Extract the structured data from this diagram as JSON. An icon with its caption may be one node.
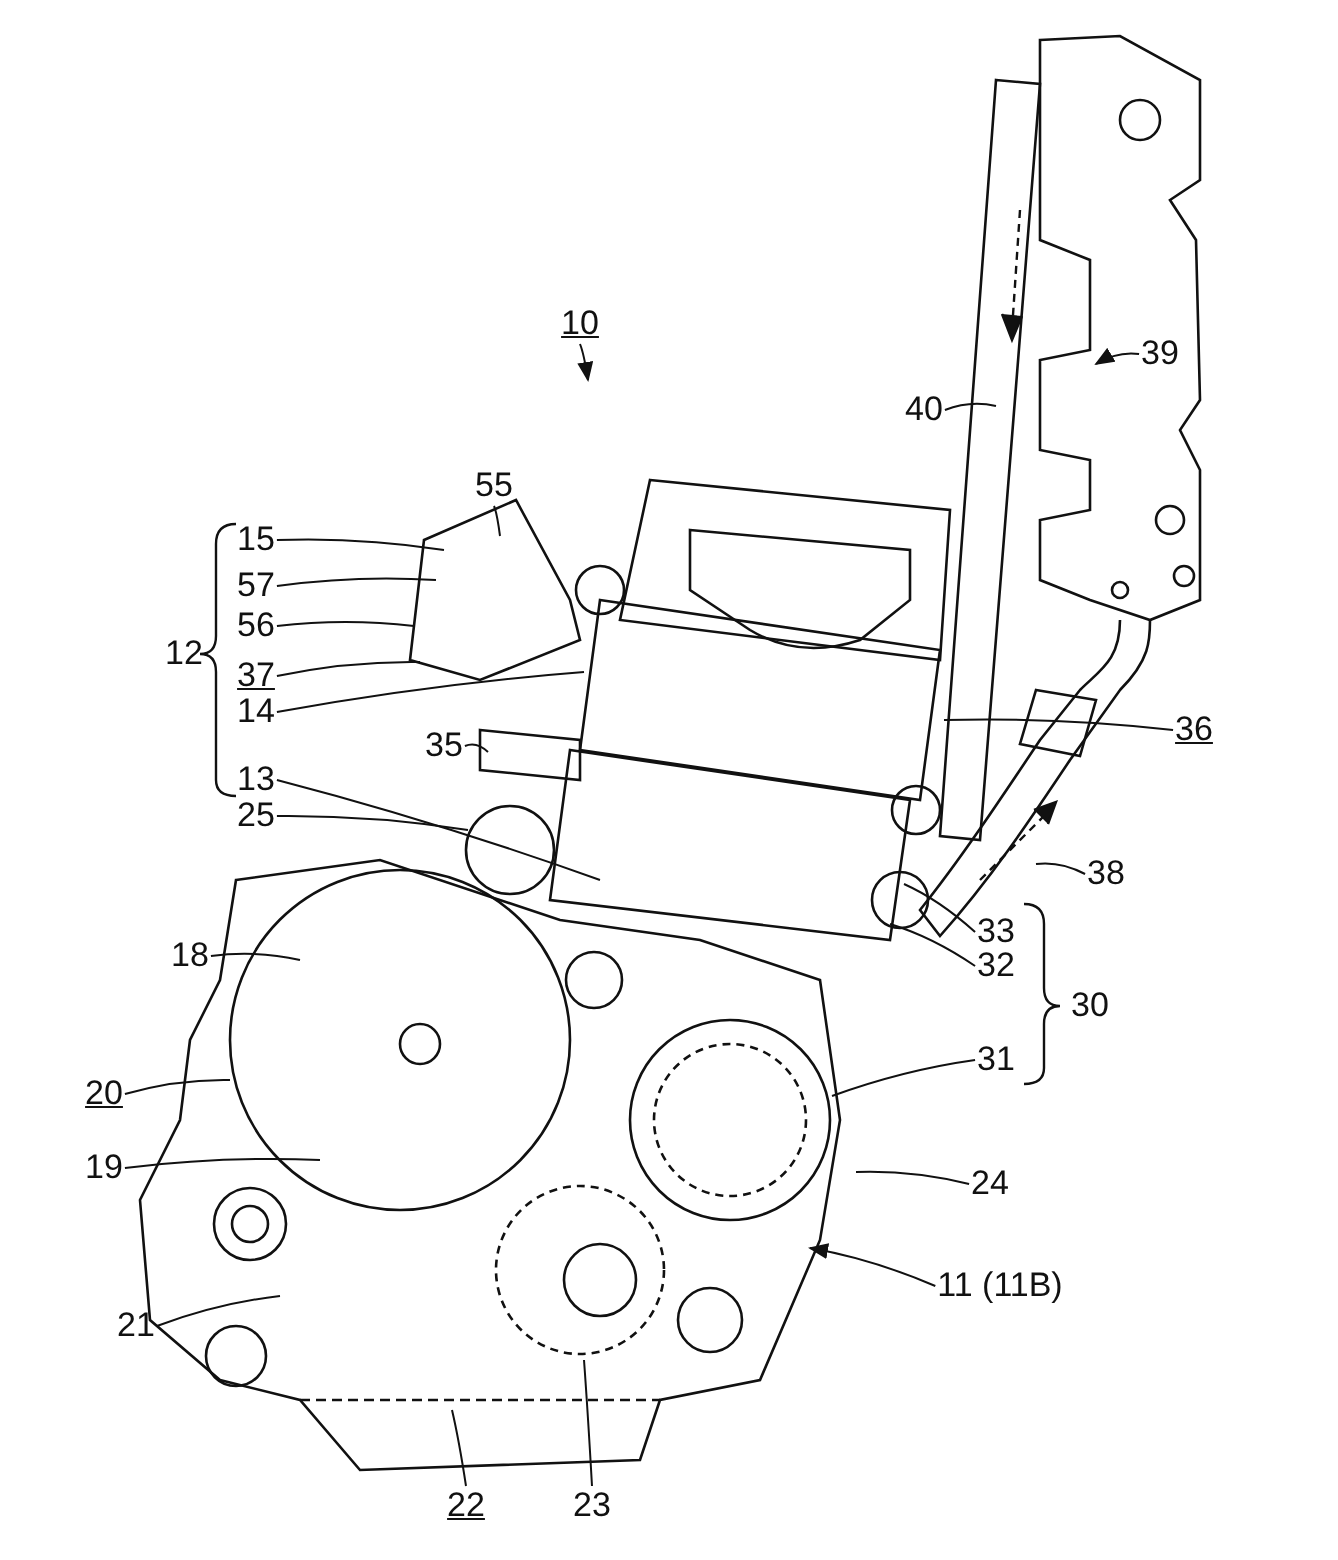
{
  "diagram": {
    "nodes": [
      {
        "text": [
          "39"
        ]
      },
      {
        "text": [
          "10"
        ]
      },
      {
        "text": [
          "40"
        ]
      },
      {
        "text": [
          "55"
        ]
      },
      {
        "text": [
          "15"
        ]
      },
      {
        "text": [
          "57"
        ]
      },
      {
        "text": [
          "56"
        ]
      },
      {
        "text": [
          "37"
        ]
      },
      {
        "text": [
          "14"
        ]
      },
      {
        "text": [
          "35"
        ]
      },
      {
        "text": [
          "36"
        ]
      },
      {
        "text": [
          "13"
        ]
      },
      {
        "text": [
          "25"
        ]
      },
      {
        "text": [
          "38"
        ]
      },
      {
        "text": [
          "33"
        ]
      },
      {
        "text": [
          "18"
        ]
      },
      {
        "text": [
          "32"
        ]
      },
      {
        "text": [
          "31"
        ]
      },
      {
        "text": [
          "20"
        ]
      },
      {
        "text": [
          "19"
        ]
      },
      {
        "text": [
          "24"
        ]
      },
      {
        "text": [
          "21"
        ]
      },
      {
        "text": [
          "11 (11B)"
        ]
      },
      {
        "text": [
          "22"
        ]
      },
      {
        "text": [
          "23"
        ]
      }
    ],
    "edges": [
      {
        "from": 0,
        "to": null,
        "arrow": "to"
      },
      {
        "from": 1,
        "to": null,
        "arrow": "to"
      },
      {
        "from": 2,
        "to": null,
        "arrow": "none"
      },
      {
        "from": 3,
        "to": null,
        "arrow": "none"
      },
      {
        "from": 4,
        "to": null,
        "arrow": "none"
      },
      {
        "from": 5,
        "to": null,
        "arrow": "none"
      },
      {
        "from": 6,
        "to": null,
        "arrow": "none"
      },
      {
        "from": 7,
        "to": null,
        "arrow": "none"
      },
      {
        "from": 8,
        "to": null,
        "arrow": "none"
      },
      {
        "from": 9,
        "to": null,
        "arrow": "none"
      },
      {
        "from": 10,
        "to": null,
        "arrow": "none"
      },
      {
        "from": 11,
        "to": null,
        "arrow": "none"
      },
      {
        "from": 12,
        "to": null,
        "arrow": "none"
      },
      {
        "from": 13,
        "to": null,
        "arrow": "none"
      },
      {
        "from": 14,
        "to": null,
        "arrow": "none"
      },
      {
        "from": 15,
        "to": null,
        "arrow": "none"
      },
      {
        "from": 16,
        "to": null,
        "arrow": "none"
      },
      {
        "from": 17,
        "to": null,
        "arrow": "none"
      },
      {
        "from": 18,
        "to": null,
        "arrow": "none"
      },
      {
        "from": 19,
        "to": null,
        "arrow": "none"
      },
      {
        "from": 20,
        "to": null,
        "arrow": "none"
      },
      {
        "from": 21,
        "to": null,
        "arrow": "none"
      },
      {
        "from": 22,
        "to": null,
        "arrow": "to"
      },
      {
        "from": 23,
        "to": null,
        "arrow": "none"
      },
      {
        "from": 24,
        "to": null,
        "arrow": "none"
      }
    ],
    "labels": [
      "12",
      "30"
    ]
  }
}
